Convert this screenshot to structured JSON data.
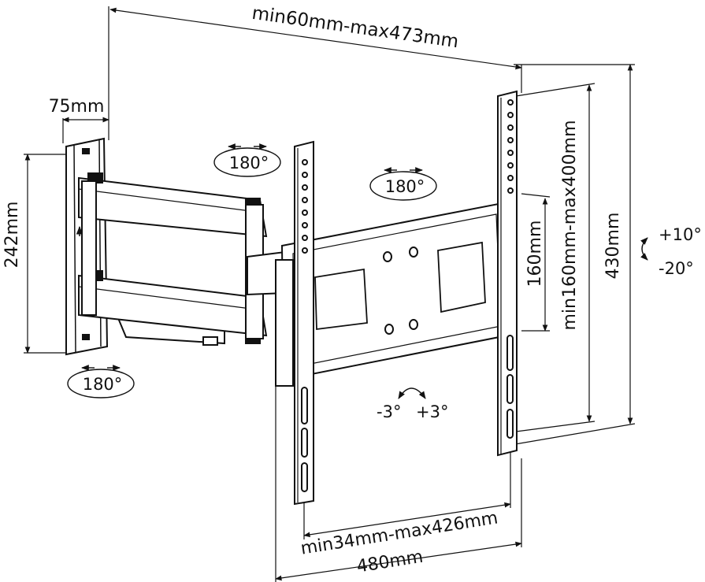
{
  "dimensions": {
    "depth_range": "min60mm-max473mm",
    "wall_plate_depth": "75mm",
    "wall_plate_height": "242mm",
    "vertical_hole_range": "min160mm-max400mm",
    "min_vertical": "160mm",
    "total_height": "430mm",
    "horizontal_hole_range": "min34mm-max426mm",
    "total_width": "480mm"
  },
  "rotations": {
    "arm_joint_1": "180°",
    "arm_joint_2": "180°",
    "wall_swivel": "180°",
    "tilt_up": "+10°",
    "tilt_down": "-20°",
    "rotate_left": "-3°",
    "rotate_right": "+3°"
  },
  "colors": {
    "line": "#111111",
    "background": "#ffffff"
  }
}
